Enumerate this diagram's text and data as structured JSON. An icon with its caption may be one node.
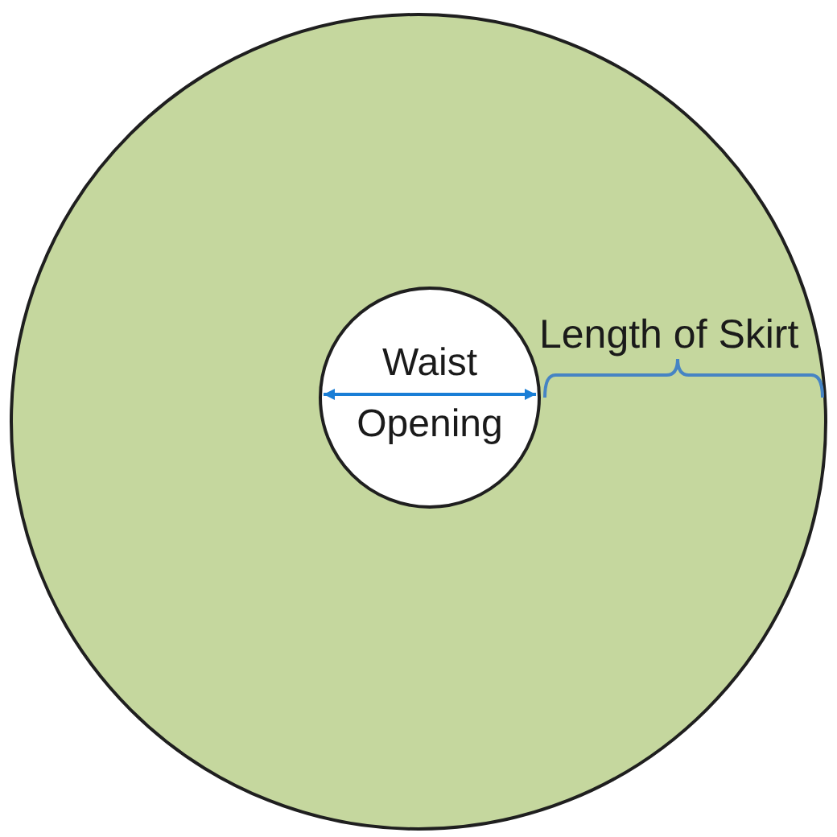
{
  "diagram": {
    "nodes": [
      {
        "text": [],
        "shape": "circle"
      },
      {
        "text": [
          "Waist",
          "Opening"
        ],
        "in": 0
      }
    ],
    "labels": [
      "Length of Skirt"
    ]
  }
}
